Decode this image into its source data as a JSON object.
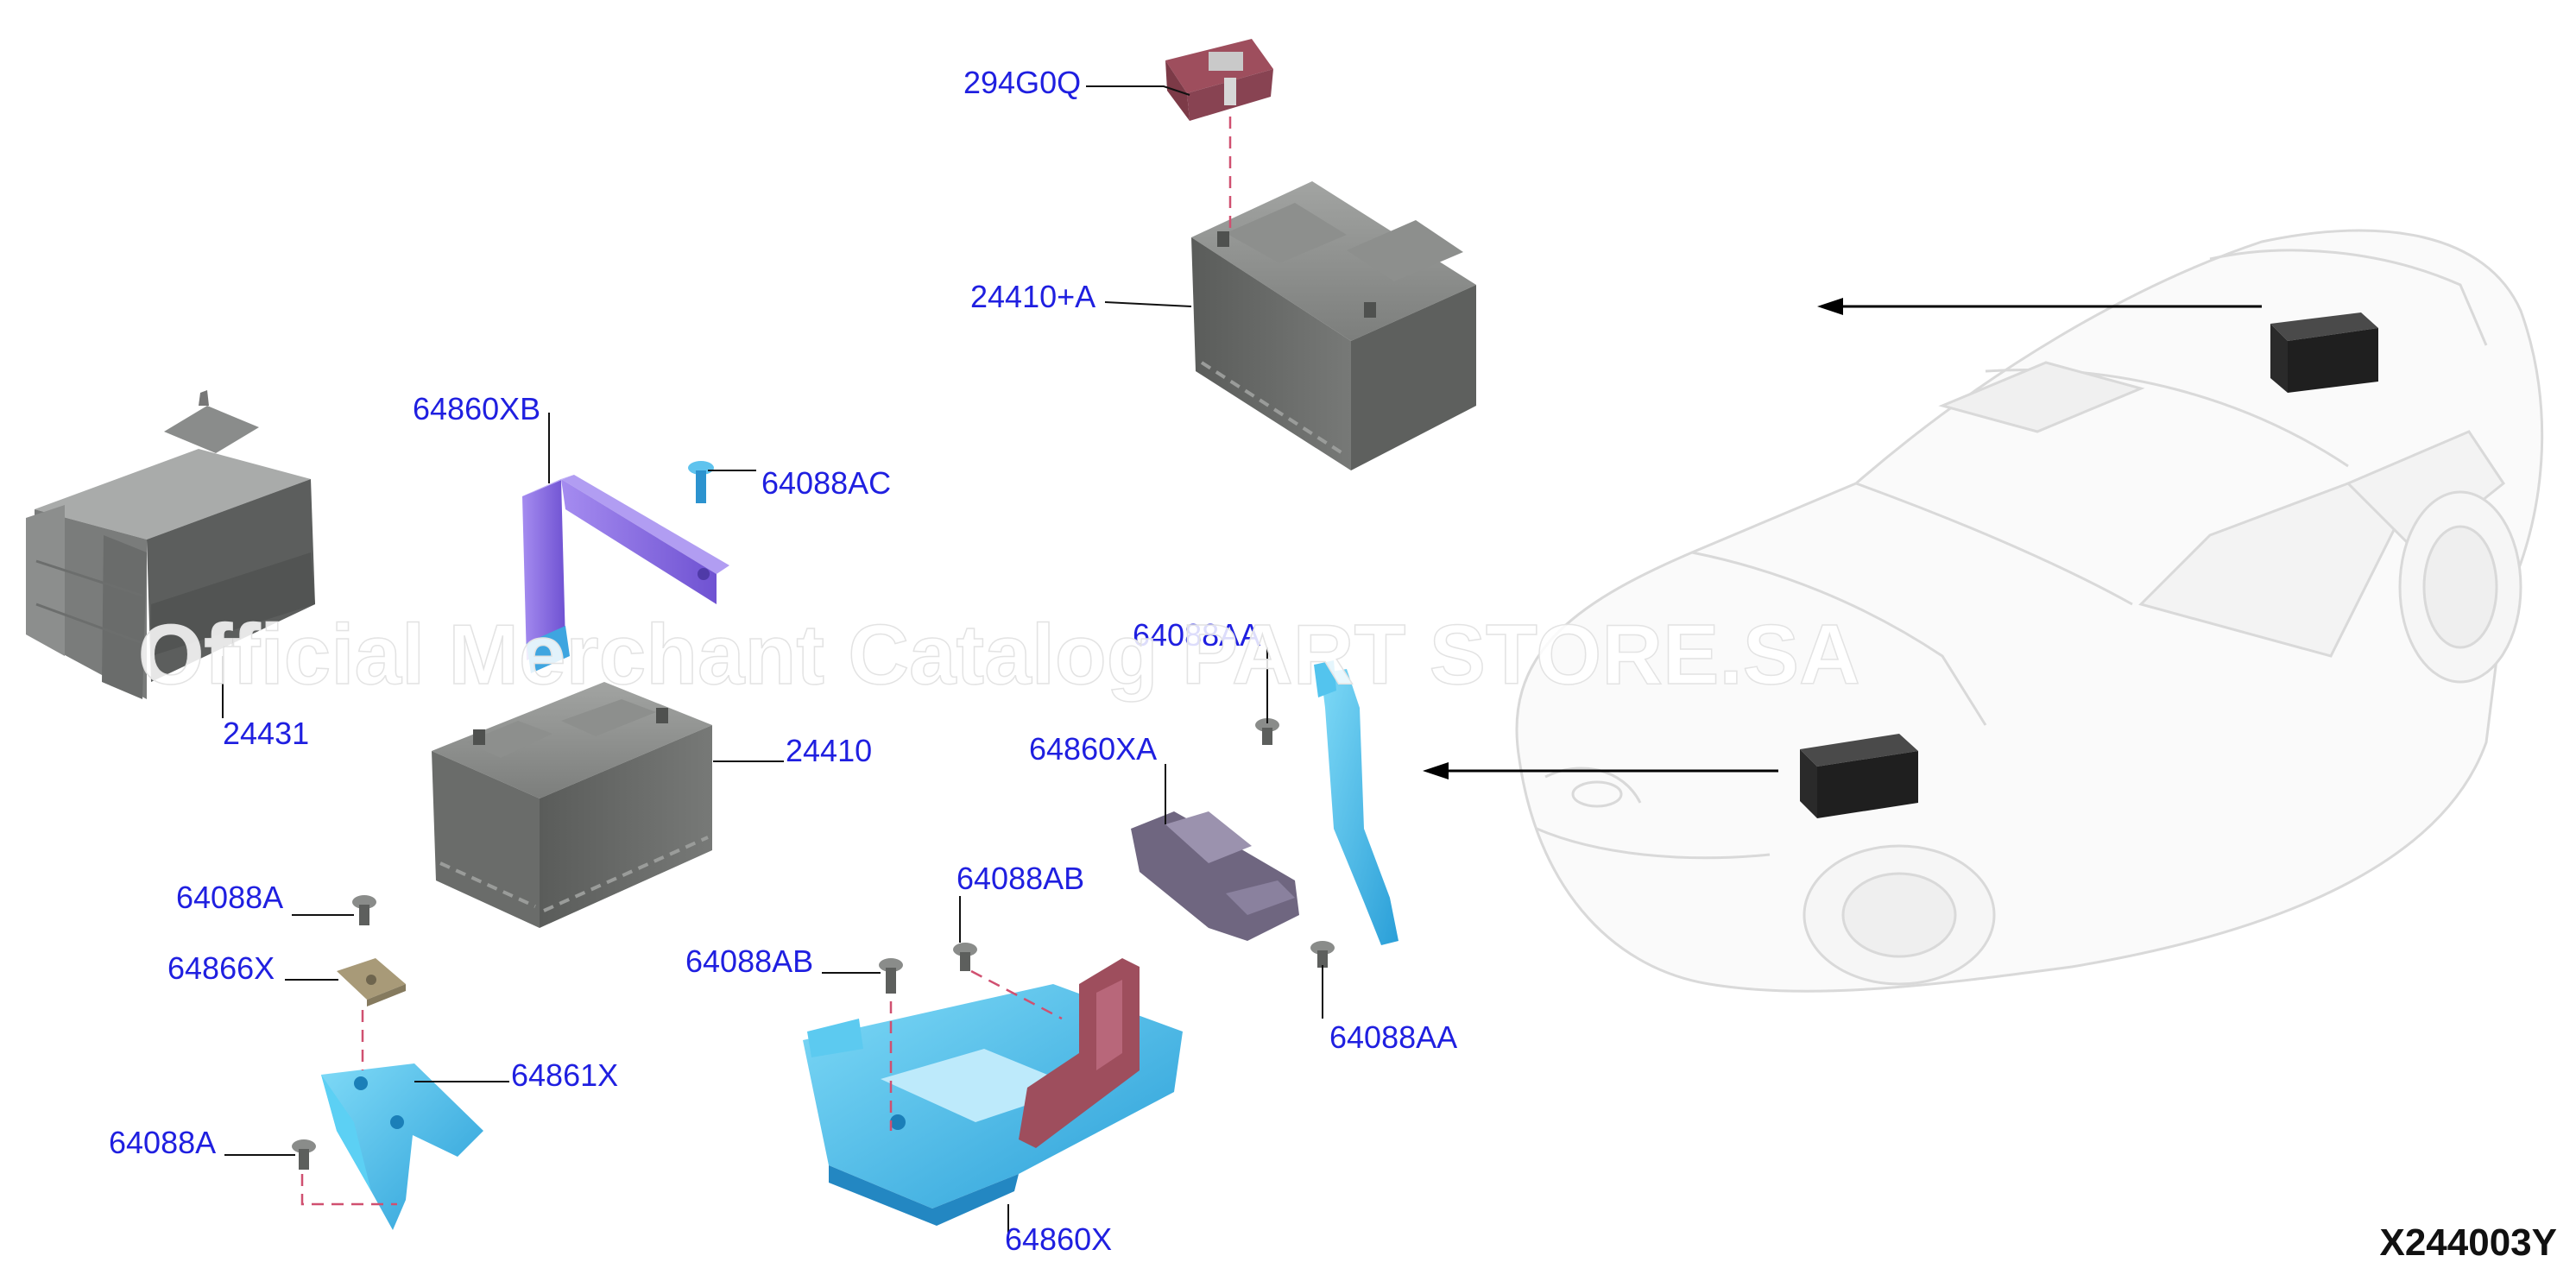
{
  "diagram_code": "X244003Y",
  "watermark": "Official Merchant Catalog PART STORE.SA",
  "callouts": {
    "c294G0Q": "294G0Q",
    "c24410A": "24410+A",
    "c64860XB": "64860XB",
    "c64088AC": "64088AC",
    "c24431": "24431",
    "c24410": "24410",
    "c64088AA_top": "64088AA",
    "c64860XA": "64860XA",
    "c64088A_top": "64088A",
    "c64866X": "64866X",
    "c64861X": "64861X",
    "c64088A_bottom": "64088A",
    "c64088AB_right": "64088AB",
    "c64088AB_left": "64088AB",
    "c64088AA_bottom": "64088AA",
    "c64860X": "64860X"
  },
  "colors": {
    "callout_text": "#1f1fe0",
    "battery": "#6f716f",
    "bracket_purple": "#8f70e8",
    "bracket_cyan": "#39b8ea",
    "bracket_red": "#9e4e5d",
    "bracket_tan": "#a89a78",
    "heat_shield": "#6b6e6c"
  }
}
